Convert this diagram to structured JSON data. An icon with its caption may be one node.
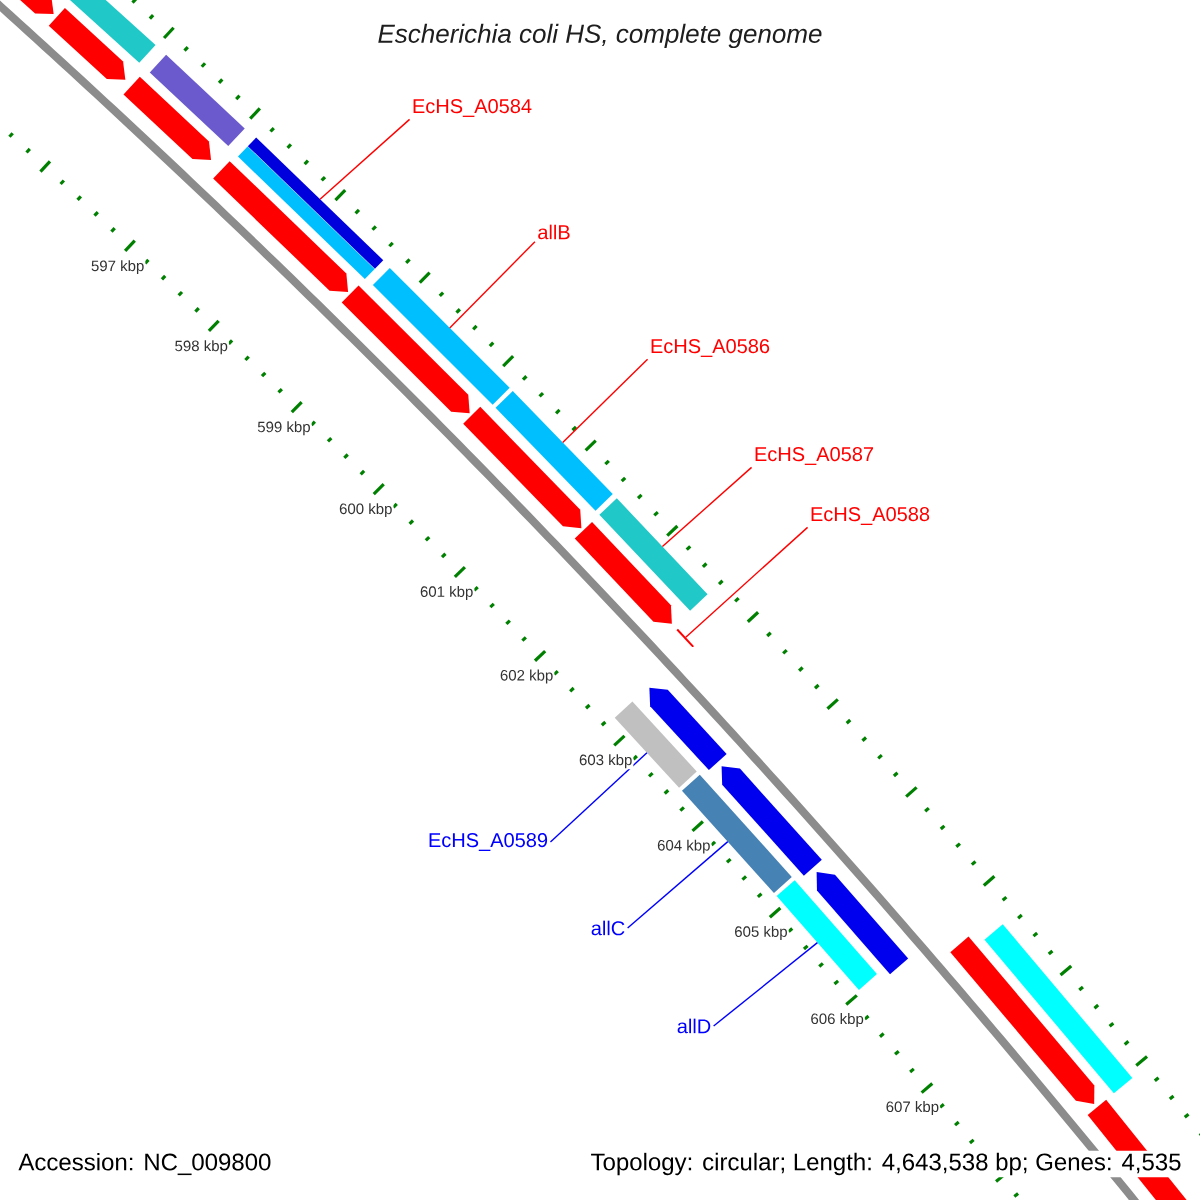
{
  "diagram": {
    "title": "Escherichia coli HS, complete genome",
    "nodes": [
      {
        "text": [
          "EcHS_A0584"
        ]
      },
      {
        "text": [
          "allB"
        ]
      },
      {
        "text": [
          "EcHS_A0586"
        ]
      },
      {
        "text": [
          "EcHS_A0587"
        ]
      },
      {
        "text": [
          "EcHS_A0588"
        ]
      },
      {
        "text": [
          "EcHS_A0589"
        ]
      },
      {
        "text": [
          "allC"
        ]
      },
      {
        "text": [
          "allD"
        ]
      },
      {
        "text": [],
        "shape": "bar"
      },
      {
        "text": [],
        "shape": "bar"
      },
      {
        "text": [],
        "shape": "bar"
      },
      {
        "text": [],
        "shape": "bar"
      },
      {
        "text": [],
        "shape": "arrow"
      },
      {
        "text": [],
        "shape": "bar"
      },
      {
        "text": [],
        "shape": "bar"
      },
      {
        "text": [],
        "shape": "bar"
      }
    ],
    "edges": [
      {
        "from": 0,
        "to": 8,
        "arrow": "none"
      },
      {
        "from": 1,
        "to": 9,
        "arrow": "none"
      },
      {
        "from": 2,
        "to": 10,
        "arrow": "none"
      },
      {
        "from": 3,
        "to": 11,
        "arrow": "none"
      },
      {
        "from": 4,
        "to": 12,
        "arrow": "none"
      },
      {
        "from": 5,
        "to": 13,
        "arrow": "none",
        "color": "#0000ff"
      },
      {
        "from": 6,
        "to": 14,
        "arrow": "none",
        "color": "#0000ff"
      },
      {
        "from": 7,
        "to": 15,
        "arrow": "none",
        "color": "#0000ff"
      }
    ],
    "labels": [
      "597 kbp",
      "598 kbp",
      "599 kbp",
      "600 kbp",
      "601 kbp",
      "602 kbp",
      "603 kbp",
      "604 kbp",
      "605 kbp",
      "606 kbp",
      "607 kbp",
      "Accession: NC_009800",
      "Topology: circular; Length: 4,643,538 bp; Genes: 4,535"
    ]
  }
}
